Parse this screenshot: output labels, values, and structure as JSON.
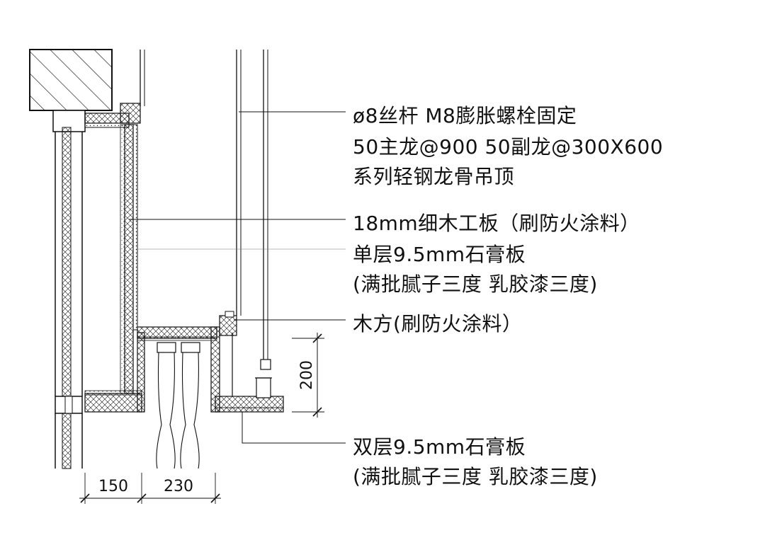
{
  "annotations": {
    "rod_line": "ø8丝杆  M8膨胀螺栓固定",
    "keel_line": "50主龙@900    50副龙@300X600",
    "ceiling_line": "系列轻钢龙骨吊顶",
    "board_line": "18mm细木工板（刷防火涂料）",
    "gypsum_single_line": "单层9.5mm石膏板",
    "finish_line_1": "(满批腻子三度  乳胶漆三度)",
    "timber_line": "木方(刷防火涂料）",
    "gypsum_double_line": "双层9.5mm石膏板",
    "finish_line_2": "(满批腻子三度  乳胶漆三度)"
  },
  "dimensions": {
    "width_left": "150",
    "width_right": "230",
    "height_drop": "200"
  },
  "colors": {
    "line": "#111111",
    "fill_white": "#ffffff"
  }
}
